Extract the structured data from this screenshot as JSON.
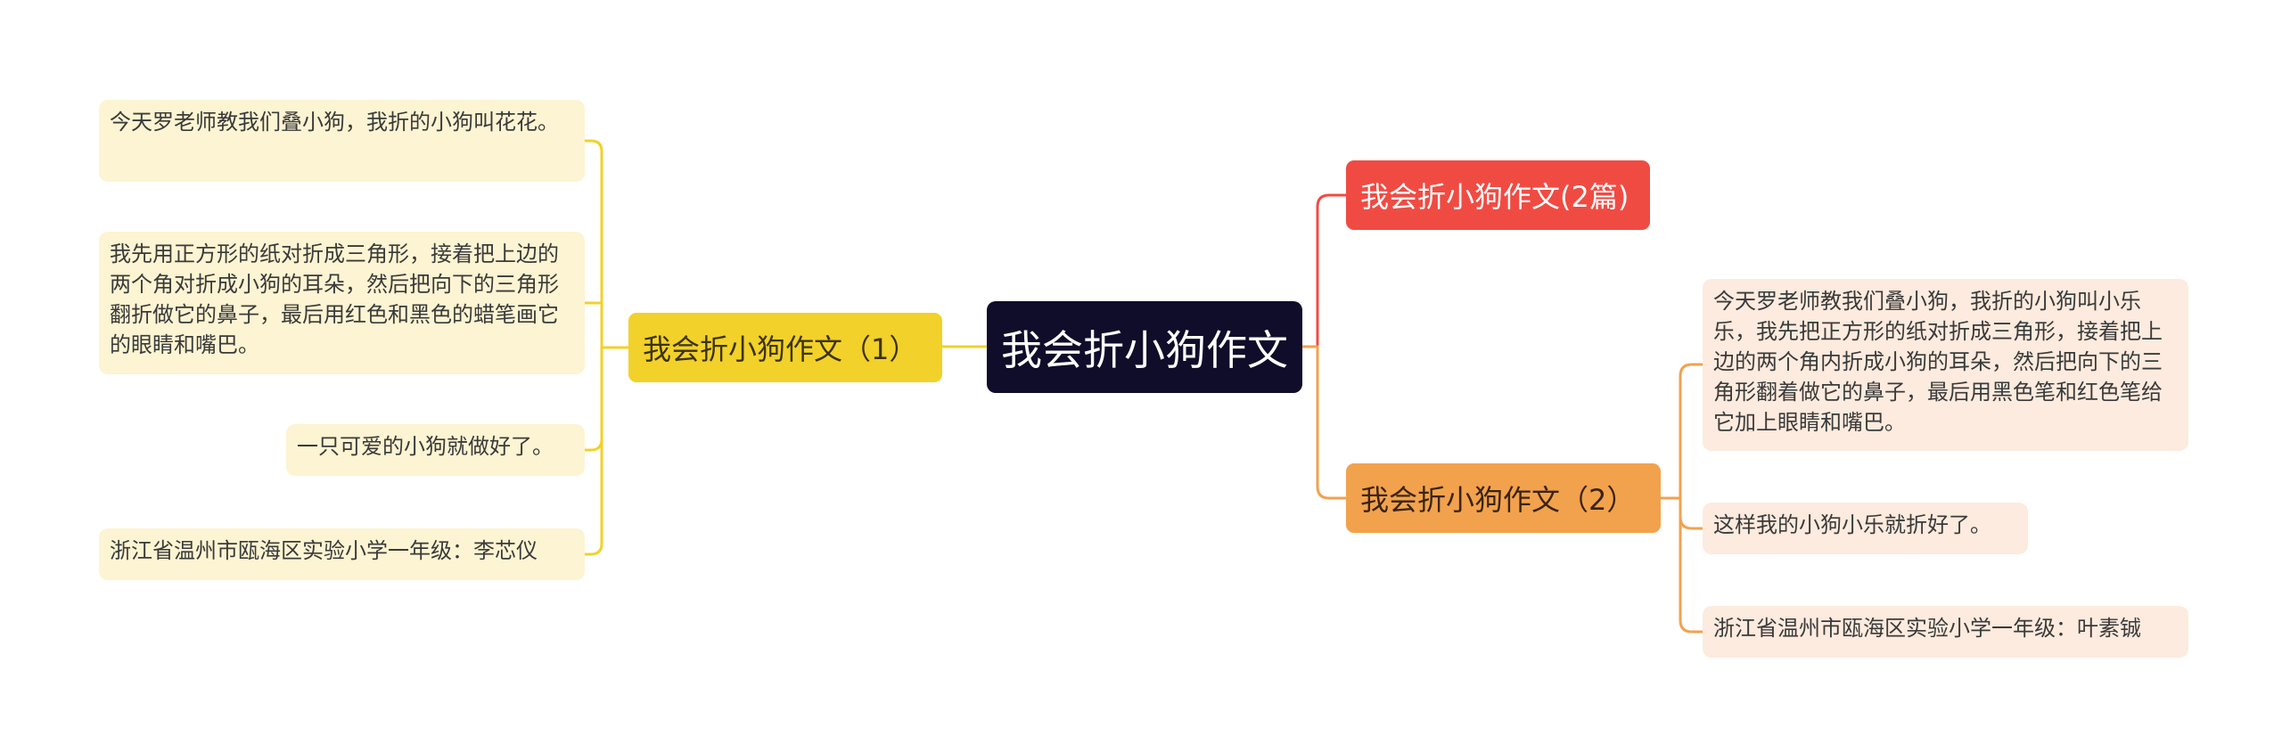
{
  "mindmap": {
    "root": "我会折小狗作文",
    "left_branch": {
      "label": "我会折小狗作文（1）",
      "leaves": [
        "今天罗老师教我们叠小狗，我折的小狗叫花花。",
        "我先用正方形的纸对折成三角形，接着把上边的两个角对折成小狗的耳朵，然后把向下的三角形翻折做它的鼻子，最后用红色和黑色的蜡笔画它的眼睛和嘴巴。",
        "一只可爱的小狗就做好了。",
        "浙江省温州市瓯海区实验小学一年级：李芯仪"
      ]
    },
    "right_branch_top": {
      "label": "我会折小狗作文(2篇)"
    },
    "right_branch_bottom": {
      "label": "我会折小狗作文（2）",
      "leaves": [
        "今天罗老师教我们叠小狗，我折的小狗叫小乐乐，我先把正方形的纸对折成三角形，接着把上边的两个角内折成小狗的耳朵，然后把向下的三角形翻着做它的鼻子，最后用黑色笔和红色笔给它加上眼睛和嘴巴。",
        "这样我的小狗小乐就折好了。",
        "浙江省温州市瓯海区实验小学一年级：叶素铖"
      ]
    }
  },
  "colors": {
    "root_bg": "#0f0d2a",
    "left_branch": "#f2d12a",
    "left_leaf_bg": "#fcf4d2",
    "red_branch": "#f04b43",
    "orange_branch": "#f2a24d",
    "orange_leaf_bg": "#fcebde"
  }
}
